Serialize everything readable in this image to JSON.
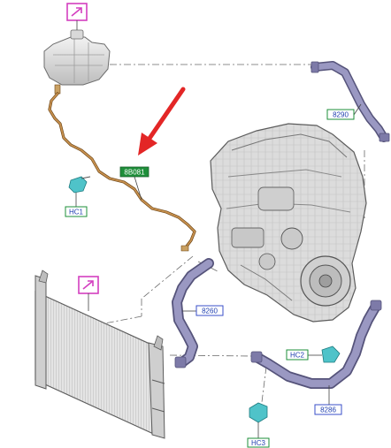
{
  "callouts": {
    "c_8b081": "8B081",
    "c_8290": "8290",
    "c_8260": "8260",
    "c_8286": "8286",
    "c_hc1": "HC1",
    "c_hc2": "HC2",
    "c_hc3": "HC3"
  },
  "colors": {
    "hose": "#9a98c2",
    "hose_dark": "#55537a",
    "pipe": "#b07a3a",
    "pipe_dark": "#6e4717",
    "clip": "#4fc3c9",
    "green_label_fill": "#1e8f3a",
    "green_label_stroke": "#1a5e2a",
    "blue_label_stroke": "#3a4fc9",
    "magenta_box": "#d43fc0",
    "arrow": "#e32626",
    "leader": "#6a6a6a"
  },
  "icons": [
    "link-icon",
    "link-icon"
  ]
}
